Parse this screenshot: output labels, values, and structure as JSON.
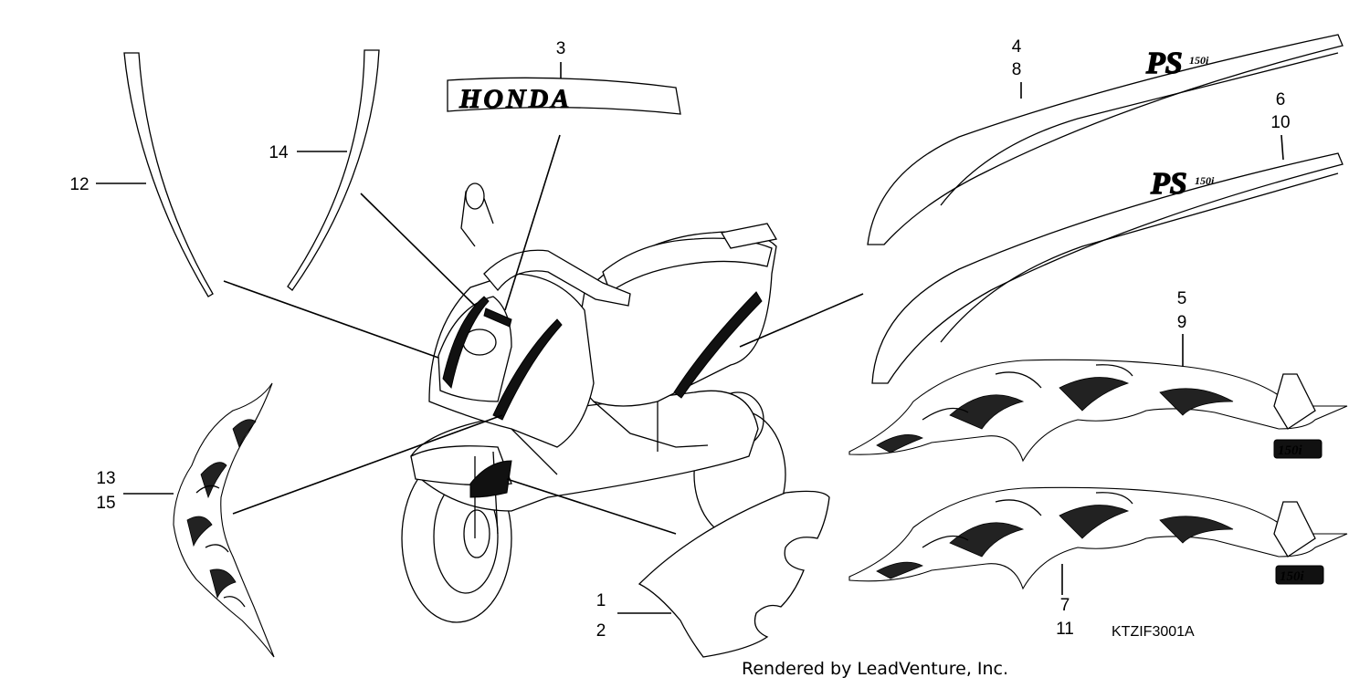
{
  "diagram": {
    "code": "KTZIF3001A",
    "credit": "Rendered by LeadVenture, Inc.",
    "emblem_text": "HONDA",
    "pinstripe_logo": "PS",
    "pinstripe_logo_sub": "150i",
    "flame_logo_sub": "150i",
    "callouts": {
      "c1": "1",
      "c2": "2",
      "c3": "3",
      "c4": "4",
      "c5": "5",
      "c6": "6",
      "c7": "7",
      "c8": "8",
      "c9": "9",
      "c10": "10",
      "c11": "11",
      "c12": "12",
      "c13": "13",
      "c14": "14",
      "c15": "15"
    }
  }
}
